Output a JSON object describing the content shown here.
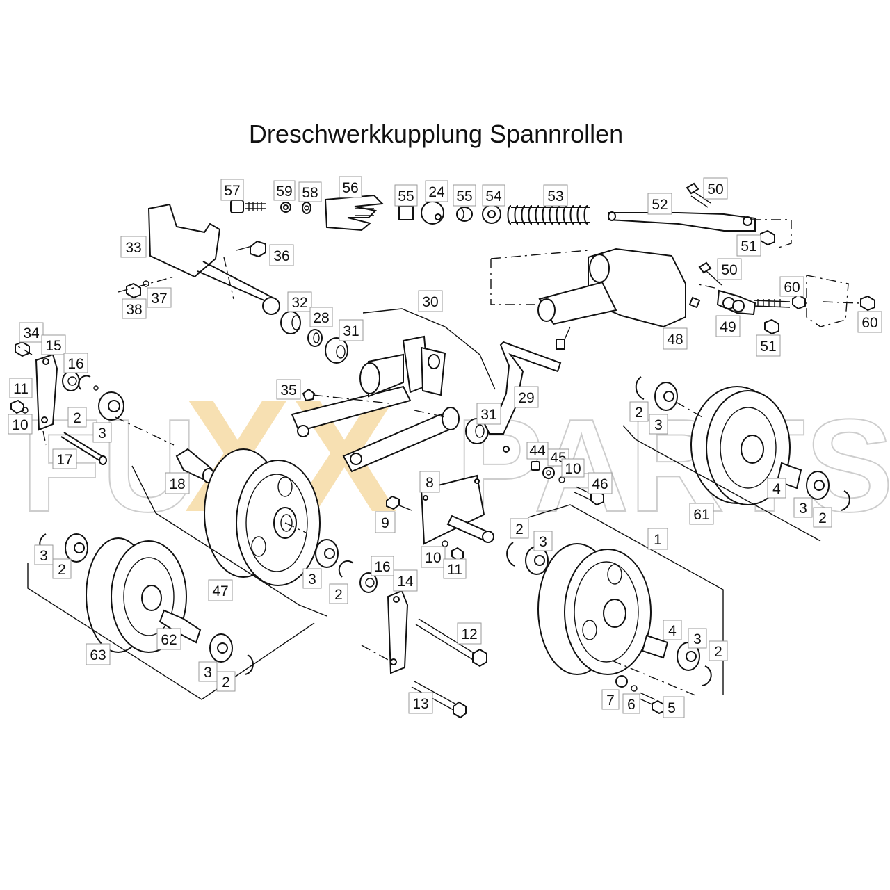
{
  "title": "Dreschwerkkupplung Spannrollen",
  "watermark": {
    "left": "FU",
    "middle": "XX",
    "right": "PARTS",
    "color_outline": "#cccccc",
    "color_accent": "#f2c777"
  },
  "callouts": [
    {
      "label": "57"
    },
    {
      "label": "59"
    },
    {
      "label": "58"
    },
    {
      "label": "56"
    },
    {
      "label": "55"
    },
    {
      "label": "24"
    },
    {
      "label": "55"
    },
    {
      "label": "54"
    },
    {
      "label": "53"
    },
    {
      "label": "52"
    },
    {
      "label": "50"
    },
    {
      "label": "51"
    },
    {
      "label": "33"
    },
    {
      "label": "36"
    },
    {
      "label": "38"
    },
    {
      "label": "37"
    },
    {
      "label": "32"
    },
    {
      "label": "28"
    },
    {
      "label": "31"
    },
    {
      "label": "30"
    },
    {
      "label": "50"
    },
    {
      "label": "60"
    },
    {
      "label": "60"
    },
    {
      "label": "49"
    },
    {
      "label": "51"
    },
    {
      "label": "48"
    },
    {
      "label": "34"
    },
    {
      "label": "15"
    },
    {
      "label": "16"
    },
    {
      "label": "11"
    },
    {
      "label": "10"
    },
    {
      "label": "2"
    },
    {
      "label": "3"
    },
    {
      "label": "17"
    },
    {
      "label": "35"
    },
    {
      "label": "29"
    },
    {
      "label": "31"
    },
    {
      "label": "2"
    },
    {
      "label": "3"
    },
    {
      "label": "18"
    },
    {
      "label": "44"
    },
    {
      "label": "45"
    },
    {
      "label": "10"
    },
    {
      "label": "46"
    },
    {
      "label": "8"
    },
    {
      "label": "9"
    },
    {
      "label": "4"
    },
    {
      "label": "3"
    },
    {
      "label": "2"
    },
    {
      "label": "61"
    },
    {
      "label": "10"
    },
    {
      "label": "11"
    },
    {
      "label": "2"
    },
    {
      "label": "3"
    },
    {
      "label": "1"
    },
    {
      "label": "3"
    },
    {
      "label": "2"
    },
    {
      "label": "47"
    },
    {
      "label": "3"
    },
    {
      "label": "2"
    },
    {
      "label": "16"
    },
    {
      "label": "14"
    },
    {
      "label": "12"
    },
    {
      "label": "62"
    },
    {
      "label": "63"
    },
    {
      "label": "3"
    },
    {
      "label": "2"
    },
    {
      "label": "13"
    },
    {
      "label": "4"
    },
    {
      "label": "3"
    },
    {
      "label": "2"
    },
    {
      "label": "7"
    },
    {
      "label": "6"
    },
    {
      "label": "5"
    }
  ]
}
